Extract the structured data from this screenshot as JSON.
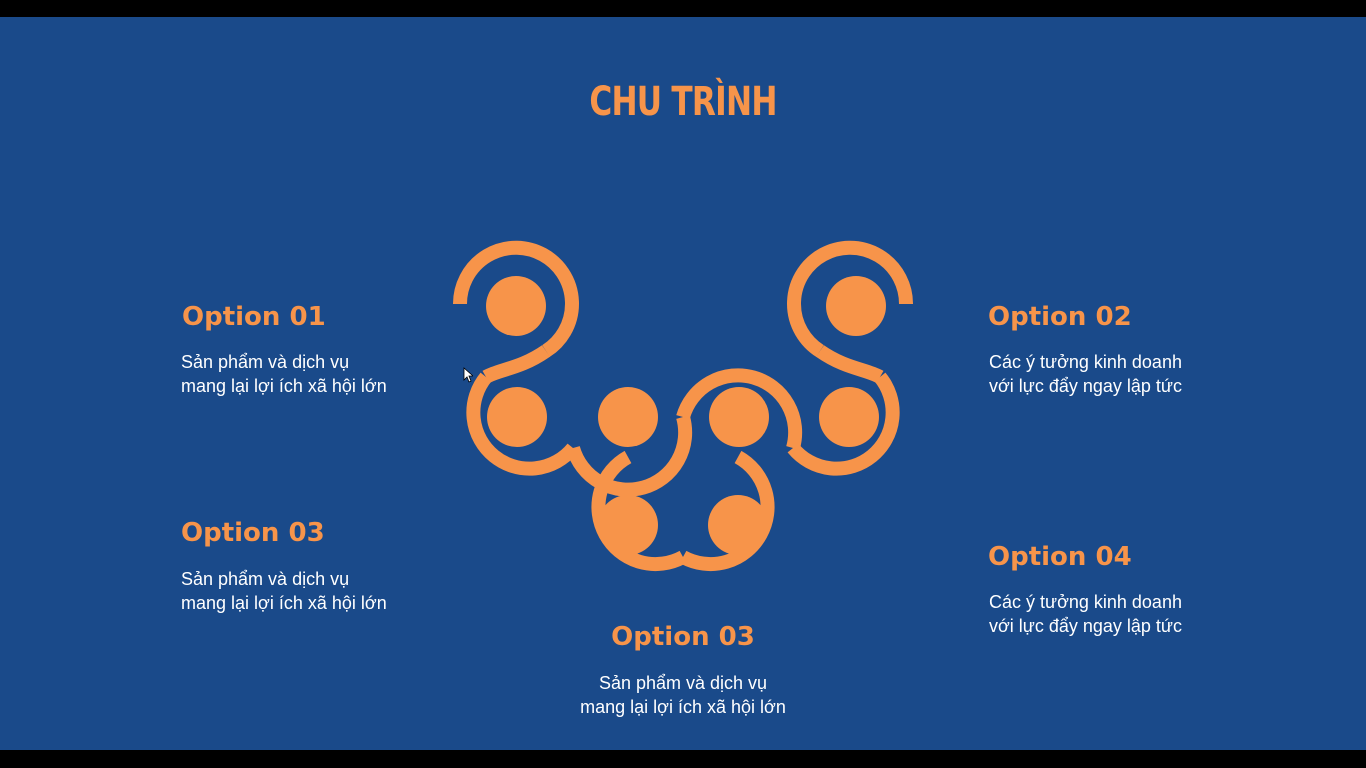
{
  "slide": {
    "title": "CHU TRÌNH",
    "background_color": "#1a4a8a",
    "accent_color": "#f7944a",
    "text_color": "#ffffff"
  },
  "options": {
    "option_01": {
      "heading": "Option 01",
      "line1": "Sản phẩm và dịch vụ",
      "line2": "mang lại lợi ích xã hội lớn"
    },
    "option_02": {
      "heading": "Option 02",
      "line1": "Các ý tưởng kinh doanh",
      "line2": "với lực đẩy ngay lập tức"
    },
    "option_03_left": {
      "heading": "Option 03",
      "line1": "Sản phẩm và dịch vụ",
      "line2": "mang lại lợi ích xã hội lớn"
    },
    "option_04": {
      "heading": "Option 04",
      "line1": "Các ý tưởng kinh doanh",
      "line2": "với lực đẩy ngay lập tức"
    },
    "option_03_center": {
      "heading": "Option 03",
      "line1": "Sản phẩm và dịch vụ",
      "line2": "mang lại lợi ích xã hội lớn"
    }
  },
  "icons": {
    "cursor": "mouse-pointer-icon",
    "diagram": "cycle-rings-diagram"
  }
}
